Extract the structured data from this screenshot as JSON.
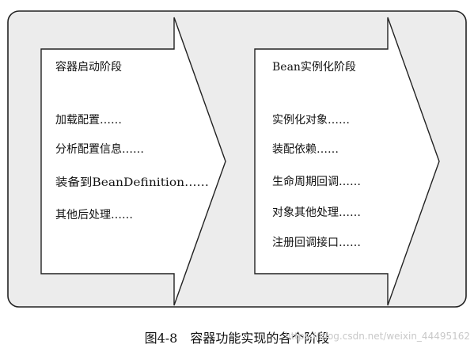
{
  "colors": {
    "frame_fill": "#ececec",
    "arrow_fill": "#ffffff",
    "stroke": "#222222",
    "text": "#111111",
    "watermark": "#c8c8c8"
  },
  "stages": [
    {
      "title": "容器启动阶段",
      "items": [
        "加载配置……",
        "分析配置信息……",
        "装备到BeanDefinition……",
        "其他后处理……"
      ]
    },
    {
      "title": "Bean实例化阶段",
      "items": [
        "实例化对象……",
        "装配依赖……",
        "生命周期回调……",
        "对象其他处理……",
        "注册回调接口……"
      ]
    }
  ],
  "caption": {
    "number": "图4-8",
    "text": "容器功能实现的各个阶段"
  },
  "watermark": "https://blog.csdn.net/weixin_44495162"
}
